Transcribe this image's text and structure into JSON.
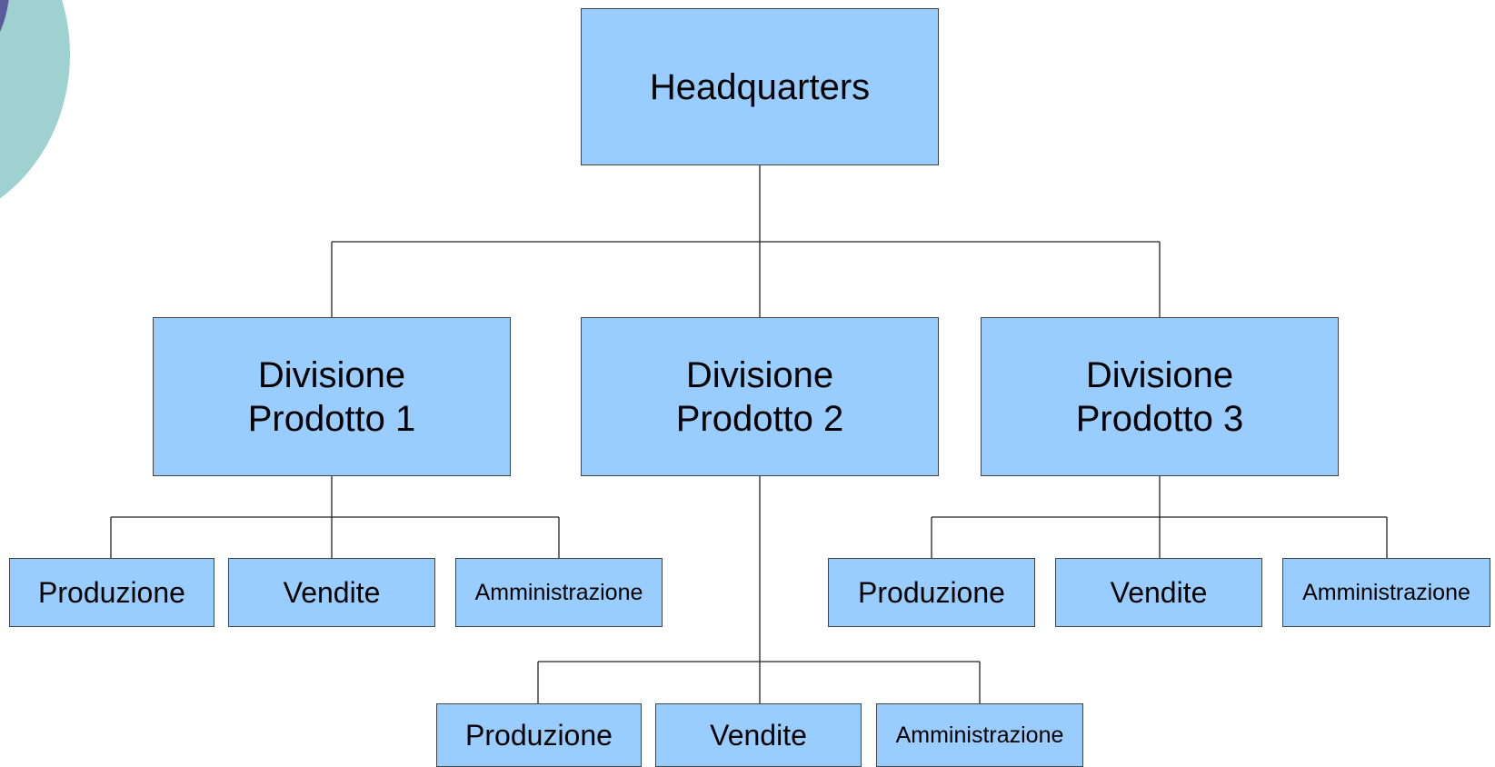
{
  "colors": {
    "box_fill": "#99ccff",
    "box_border": "#444444",
    "connector": "#222222",
    "decor_teal": "#9fd1d1",
    "decor_purple": "#5b5a9a"
  },
  "org_chart": {
    "root": "Headquarters",
    "divisions": [
      {
        "label": "Divisione\nProdotto 1",
        "children": [
          "Produzione",
          "Vendite",
          "Amministrazione"
        ]
      },
      {
        "label": "Divisione\nProdotto 2",
        "children": [
          "Produzione",
          "Vendite",
          "Amministrazione"
        ]
      },
      {
        "label": "Divisione\nProdotto 3",
        "children": [
          "Produzione",
          "Vendite",
          "Amministrazione"
        ]
      }
    ]
  }
}
